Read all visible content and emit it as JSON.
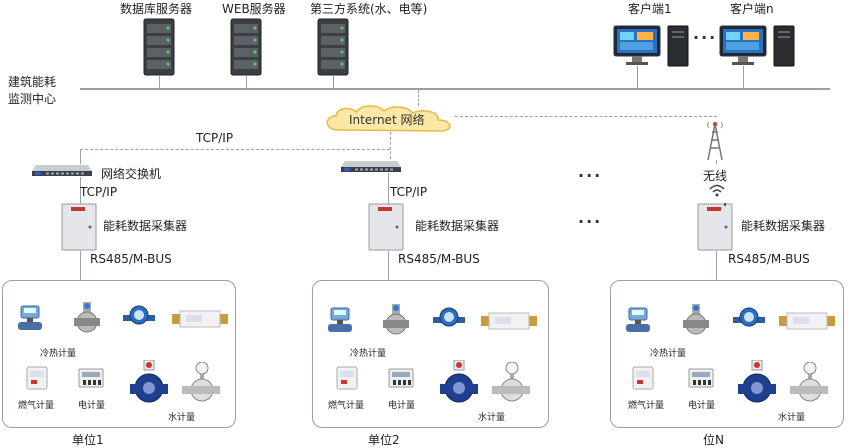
{
  "top": {
    "servers": [
      "数据库服务器",
      "WEB服务器",
      "第三方系统(水、电等)"
    ],
    "clients": [
      "客户端1",
      "客户端n"
    ],
    "client_dots": "···",
    "center_label_line1": "建筑能耗",
    "center_label_line2": "监测中心"
  },
  "cloud": {
    "label": "Internet 网络"
  },
  "links": {
    "tcp_ip_top": "TCP/IP"
  },
  "wireless_label": "无线",
  "units": [
    {
      "switch_label": "网络交换机",
      "tcp_label": "TCP/IP",
      "collector_label": "能耗数据采集器",
      "bus_label": "RS485/M-BUS",
      "meters": {
        "heat": "冷热计量",
        "gas": "燃气计量",
        "elec": "电计量",
        "water": "水计量"
      },
      "name": "单位1"
    },
    {
      "tcp_label": "TCP/IP",
      "collector_label": "能耗数据采集器",
      "bus_label": "RS485/M-BUS",
      "meters": {
        "heat": "冷热计量",
        "gas": "燃气计量",
        "elec": "电计量",
        "water": "水计量"
      },
      "name": "单位2"
    },
    {
      "collector_label": "能耗数据采集器",
      "bus_label": "RS485/M-BUS",
      "meters": {
        "heat": "冷热计量",
        "gas": "燃气计量",
        "elec": "电计量",
        "water": "水计量"
      },
      "name": "位N"
    }
  ],
  "mid_dots": "···",
  "colors": {
    "line": "#9aa0a6",
    "cloud_fill": "#fbe7a6",
    "cloud_stroke": "#e8b84a",
    "device": "#d9dde2"
  }
}
